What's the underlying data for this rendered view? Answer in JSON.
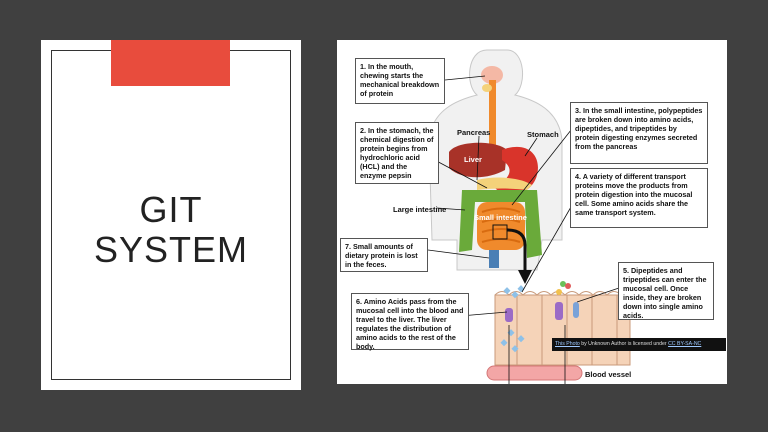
{
  "title_slide": {
    "title": "GIT\nSYSTEM"
  },
  "diagram": {
    "steps": [
      "1. In the mouth, chewing starts the mechanical breakdown of protein",
      "2. In the stomach, the chemical digestion of protein begins from hydrochloric acid (HCL) and the enzyme pepsin",
      "3. In the small intestine, polypeptides are broken down into amino acids, dipeptides, and tripeptides by protein digesting enzymes secreted from the pancreas",
      "4. A variety of different transport proteins move the products from protein digestion into the mucosal cell. Some amino acids share the same transport system.",
      "5. Dipeptides and tripeptides can enter the mucosal cell. Once inside, they are broken down into single amino acids.",
      "6. Amino Acids pass from the mucosal cell into the blood and travel to the liver. The liver regulates the distribution of amino acids to the rest of the body.",
      "7. Small amounts of dietary protein is lost in the feces."
    ],
    "labels": {
      "pancreas": "Pancreas",
      "stomach": "Stomach",
      "liver": "Liver",
      "large_intestine": "Large intestine",
      "small_intestine": "Small intestine",
      "blood_vessel": "Blood vessel"
    },
    "credit": {
      "link1": "This Photo",
      "mid": " by Unknown Author is licensed under ",
      "link2": "CC BY-SA-NC"
    }
  },
  "colors": {
    "background": "#404040",
    "accent": "#e84c3d",
    "stomach": "#d9342b",
    "intestine": "#f08a2c",
    "large_intestine": "#6aaa3a",
    "blood_vessel": "#f3a6a6"
  }
}
